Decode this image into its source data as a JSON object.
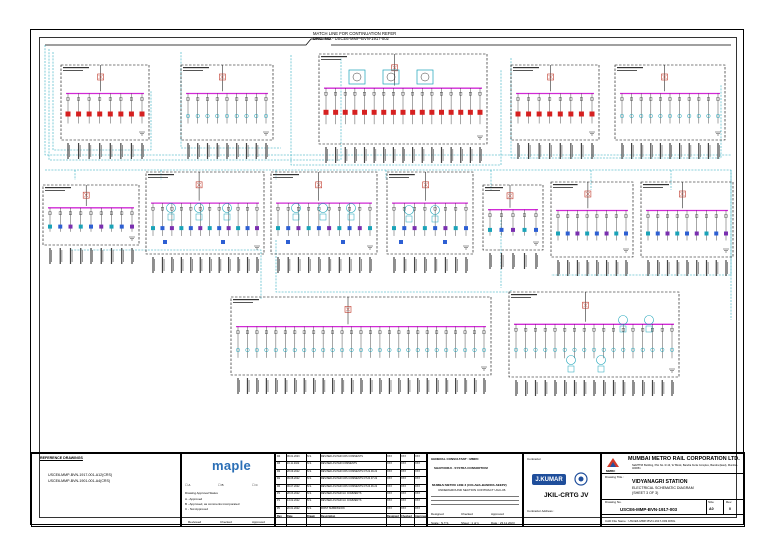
{
  "match_line": {
    "line1": "MATCH LINE FOR CONTINUATION REFER",
    "line2": "DRG. NO.- USCE6-MMP-BVN-1917-002"
  },
  "references": {
    "heading": "REFERENCE DRAWINGS",
    "items": [
      "USCE6-MMP-BVN-1917-001-A12(CRS)",
      "USCE6-MMP-BVN-1901-001-A4(CRS)"
    ]
  },
  "consultant": {
    "name": "maple",
    "legend": [
      "A",
      "B",
      "C"
    ],
    "notes_heading": "Drawing Approval Status",
    "notes": [
      "A - Approved",
      "B - Approved, as comments incorporated",
      "C - Not Approved"
    ],
    "cols": [
      "Reviewed",
      "Checked",
      "Approved"
    ]
  },
  "revisions": {
    "rows": [
      [
        "R4",
        "06.01.2023",
        "N.S.",
        "REVISED AS PER CRS COMMENTS",
        "XXX",
        "XXX",
        "XXX"
      ],
      [
        "R3",
        "16.11.2022",
        "N.S.",
        "REVISED AS PER COMMENTS",
        "XXX",
        "XXX",
        "XXX"
      ],
      [
        "R2",
        "28.09.2022",
        "N.S.",
        "REVISED AS PER CRS COMMENTS DT.22.09.22",
        "XXX",
        "XXX",
        "XXX"
      ],
      [
        "R1",
        "09.08.2022",
        "N.S.",
        "REVISED AS PER CRS COMMENTS DT.20.07.22",
        "XXX",
        "XXX",
        "XXX"
      ],
      [
        "R0",
        "06.07.2022",
        "N.S.",
        "REVISED AS PER CRS COMMENTS DT.24.06.22",
        "XXX",
        "XXX",
        "XXX"
      ],
      [
        "P2",
        "28.03.2022",
        "N.S.",
        "REVISED AS PER GC COMMENTS",
        "XXX",
        "XXX",
        "XXX"
      ],
      [
        "P1",
        "14.02.2022",
        "N.S.",
        "REVISED AS PER GC COMMENTS",
        "XXX",
        "XXX",
        "XXX"
      ],
      [
        "P0",
        "20.01.2022",
        "N.S.",
        "FIRST SUBMISSION",
        "XXX",
        "XXX",
        "XXX"
      ]
    ],
    "header": [
      "Rev",
      "Date",
      "Drawn",
      "Description",
      "Designed",
      "Checked",
      "Approved"
    ]
  },
  "general_consultant": {
    "title": "GENERAL CONSULTANT : MMRC",
    "name": "SHAPOORJI - SYSTRA CONSORTIUM",
    "sub": "MUMBAI METRO LINE 3 (COLABA-BANDRA-SEEPZ)",
    "project": "UNDERGROUND SECTION CONTRACT UGC-06",
    "fields": [
      "Designed",
      "Checked",
      "Approved"
    ],
    "scale": "Scale : N.T.S",
    "sheet": "Sheet : 1 of 1",
    "date": "Date : 23.11.2023"
  },
  "contractor": {
    "label": "Contractor",
    "logo": "J.KUMAR",
    "jv": "JKIL-CRTG JV",
    "address": "Contractor Address :"
  },
  "client": {
    "name": "MUMBAI METRO RAIL CORPORATION LTD.",
    "abbr": "MMRC",
    "address": "NaMTTRI Building, Plot No. R-13, 'E' Block, Bandra Kurla Complex, Bandra (East), Mumbai-400051",
    "title_label": "Drawing Title :",
    "station": "VIDYANAGRI STATION",
    "diagram": "ELECTRICAL SCHEMATIC DIAGRAM",
    "sheet": "(SHEET 3 OF 3)",
    "drawing_no_label": "Drawing No.",
    "drawing_no": "USCE6-MMP-BVN-1917-003",
    "size_label": "Size",
    "size": "A0",
    "rev_label": "Rev.",
    "rev": "0",
    "footer": "CAD File Name :   USCE6-MMP-BVN-1917-003.DWG"
  }
}
